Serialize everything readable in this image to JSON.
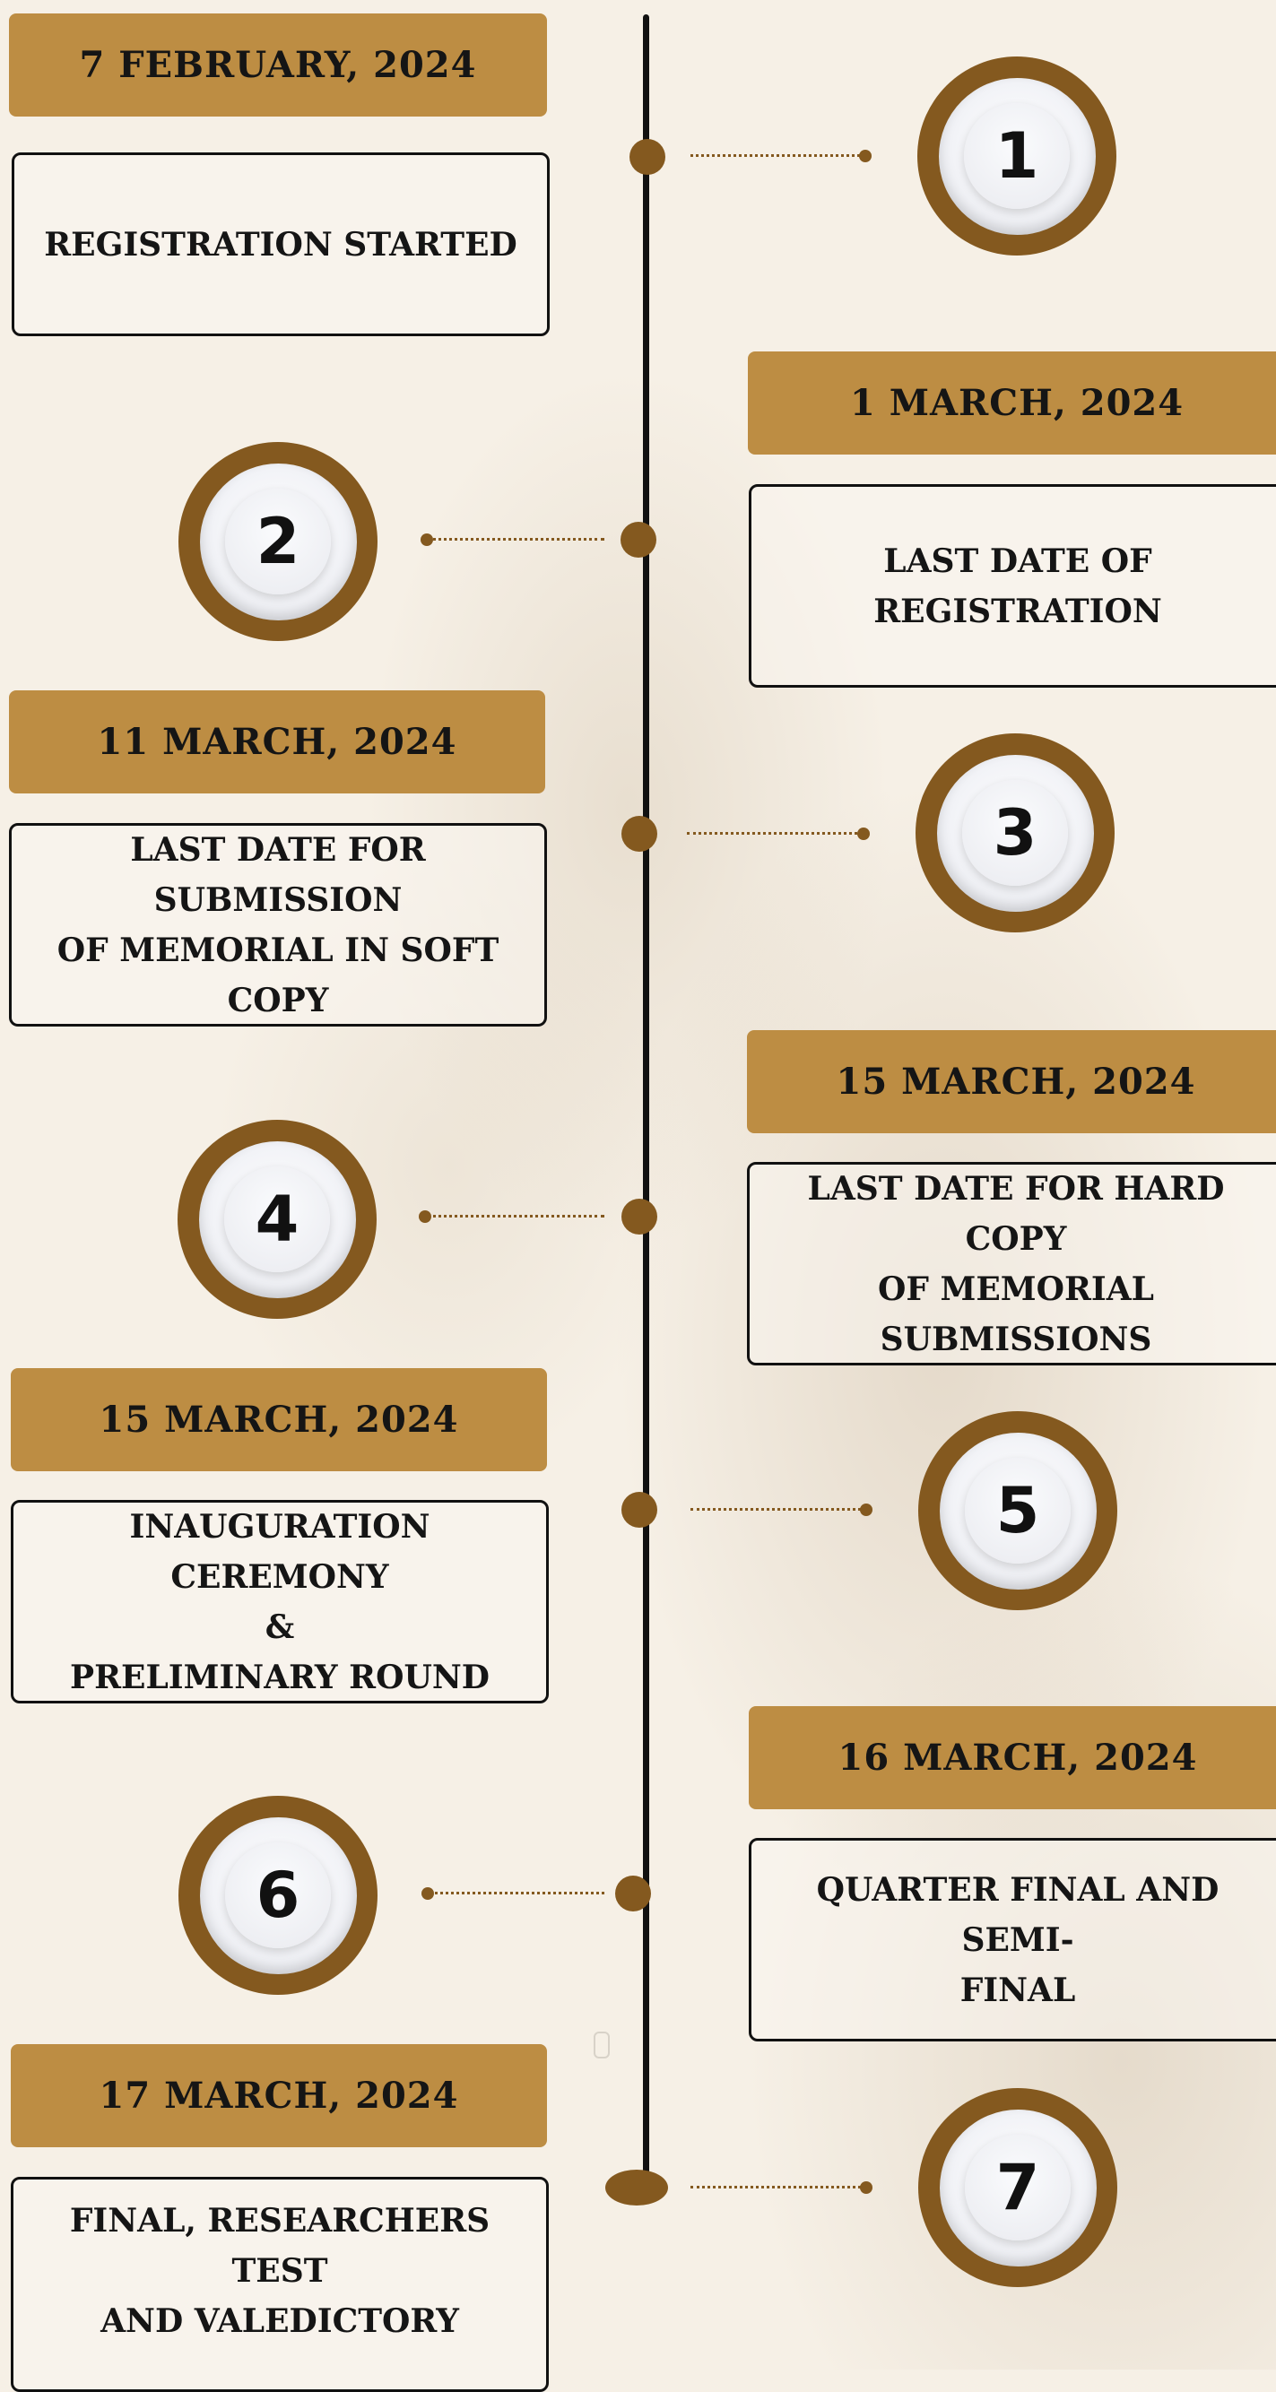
{
  "colors": {
    "banner": "#bd8d43",
    "accent": "#84591f",
    "line": "#111111",
    "background": "#f6f0e6"
  },
  "events": [
    {
      "step": "1",
      "date": "7 FEBRUARY, 2024",
      "lines": [
        "REGISTRATION STARTED"
      ]
    },
    {
      "step": "2",
      "date": "1 MARCH, 2024",
      "lines": [
        "LAST DATE OF",
        "REGISTRATION"
      ]
    },
    {
      "step": "3",
      "date": "11 MARCH, 2024",
      "lines": [
        "LAST DATE FOR SUBMISSION",
        "OF MEMORIAL IN SOFT",
        "COPY"
      ]
    },
    {
      "step": "4",
      "date": "15 MARCH, 2024",
      "lines": [
        "LAST DATE FOR HARD COPY",
        "OF MEMORIAL",
        "SUBMISSIONS"
      ]
    },
    {
      "step": "5",
      "date": "15 MARCH, 2024",
      "lines": [
        "INAUGURATION CEREMONY",
        "&",
        "PRELIMINARY ROUND"
      ]
    },
    {
      "step": "6",
      "date": "16 MARCH, 2024",
      "lines": [
        "QUARTER FINAL AND SEMI-",
        "FINAL"
      ]
    },
    {
      "step": "7",
      "date": "17 MARCH, 2024",
      "lines": [
        "FINAL, RESEARCHERS TEST",
        "AND VALEDICTORY"
      ]
    }
  ]
}
